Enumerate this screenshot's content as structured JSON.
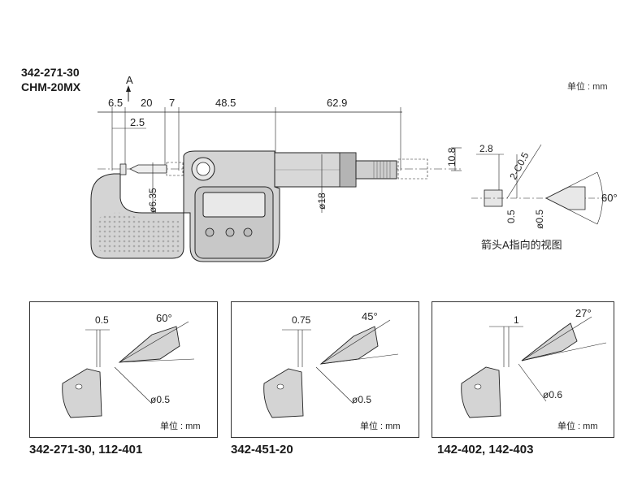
{
  "header": {
    "model_line1": "342-271-30",
    "model_line2": "CHM-20MX",
    "unit_label": "单位 : mm"
  },
  "main_drawing": {
    "arrow_label": "A",
    "dims": {
      "d1": "6.5",
      "d2": "20",
      "d3": "7",
      "d4": "48.5",
      "d5": "62.9",
      "d6": "2.5",
      "d7": "10.8",
      "dia_spindle": "ø6.35",
      "dia_sleeve": "ø18"
    },
    "detail": {
      "dim_a": "2.8",
      "dim_b": "2-C0.5",
      "dim_c": "0.5",
      "dim_d": "ø0.5",
      "angle": "60°",
      "caption": "箭头A指向的视图"
    }
  },
  "panels": [
    {
      "tip_width": "0.5",
      "angle": "60°",
      "diameter": "ø0.5",
      "unit": "单位 : mm",
      "caption": "342-271-30,  112-401"
    },
    {
      "tip_width": "0.75",
      "angle": "45°",
      "diameter": "ø0.5",
      "unit": "单位 : mm",
      "caption": "342-451-20"
    },
    {
      "tip_width": "1",
      "angle": "27°",
      "diameter": "ø0.6",
      "unit": "单位 : mm",
      "caption": "142-402, 142-403"
    }
  ],
  "colors": {
    "body_fill": "#d4d4d4",
    "body_dark": "#9a9a9a",
    "line": "#222222"
  }
}
